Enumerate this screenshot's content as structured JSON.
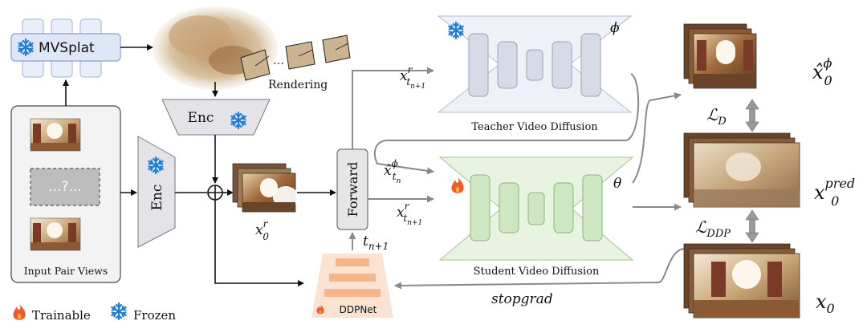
{
  "mvsplat_label": "MVSplat",
  "rendering_label": "Rendering",
  "enc_top_label": "Enc",
  "enc_left_label": "Enc",
  "missing_view_label": "...?...",
  "input_pair_views_label": "Input Pair Views",
  "x0r_label": "x",
  "x0r_sup": "r",
  "x0r_sub": "0",
  "forward_label": "Forward",
  "t_label": "t",
  "t_sub": "n+1",
  "teacher_label": "Teacher Video Diffusion",
  "teacher_param": "ϕ",
  "student_label": "Student Video Diffusion",
  "student_param": "θ",
  "teacher_input": {
    "base": "x",
    "sup": "r",
    "sub": "t",
    "subsub": "n+1"
  },
  "student_input_hat": {
    "base": "x̂",
    "sup": "ϕ",
    "sub": "t",
    "subsub": "n"
  },
  "student_input_r": {
    "base": "x",
    "sup": "r",
    "sub": "t",
    "subsub": "n+1"
  },
  "ddpnet_label": "DDPNet",
  "stopgrad_label": "stopgrad",
  "output_phi": {
    "base": "x̂",
    "sup": "ϕ",
    "sub": "0"
  },
  "output_pred": {
    "base": "x",
    "sup": "pred",
    "sub": "0"
  },
  "output_gt": {
    "base": "x",
    "sub": "0"
  },
  "loss_d": {
    "base": "ℒ",
    "sub": "D"
  },
  "loss_ddp": {
    "base": "ℒ",
    "sub": "DDP"
  },
  "legend": {
    "trainable": "Trainable",
    "frozen": "Frozen"
  },
  "colors": {
    "frozen_icon": "#1f7fd6",
    "trainable_icon": "#f05a28",
    "teacher_fill": "#eef1f8",
    "student_fill": "#e8f3e1",
    "ddpnet_fill": "#fbe3d4",
    "ddpnet_bar": "#f6b68c",
    "enc_fill": "#e4e4e8",
    "arrow": "#8a8a8a"
  }
}
